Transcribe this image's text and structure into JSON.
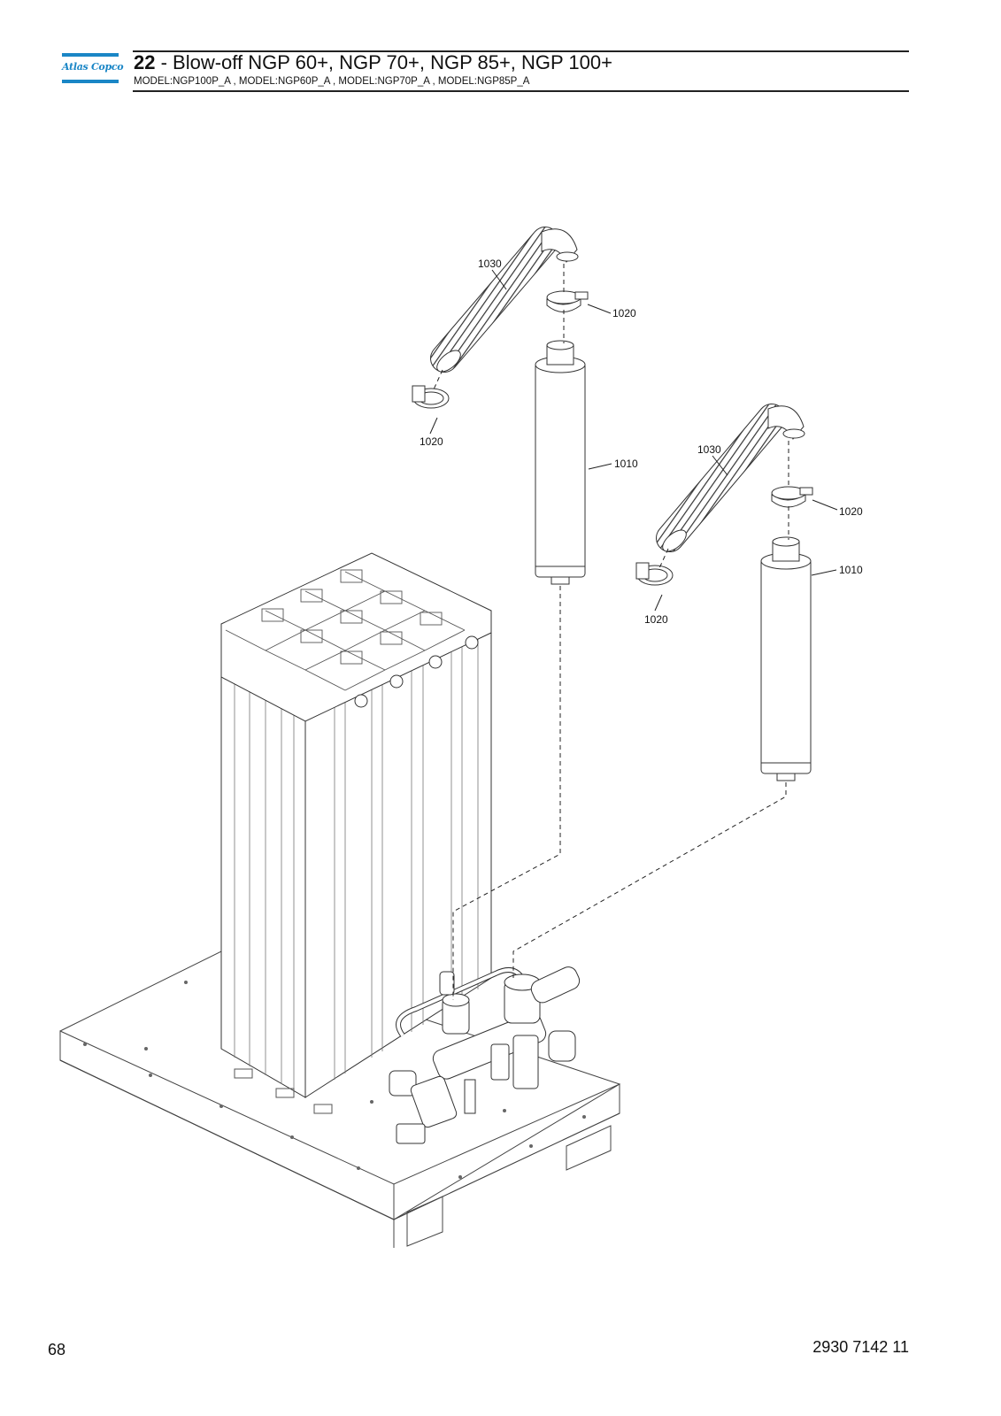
{
  "header": {
    "brand": "Atlas Copco",
    "section_number": "22",
    "section_title": " - Blow-off NGP 60+, NGP 70+, NGP 85+, NGP 100+",
    "models": "MODEL:NGP100P_A , MODEL:NGP60P_A , MODEL:NGP70P_A , MODEL:NGP85P_A"
  },
  "callouts": {
    "silencer": "1010",
    "clamp": "1020",
    "hose": "1030"
  },
  "footer": {
    "page_number": "68",
    "document_number": "2930 7142 11"
  }
}
